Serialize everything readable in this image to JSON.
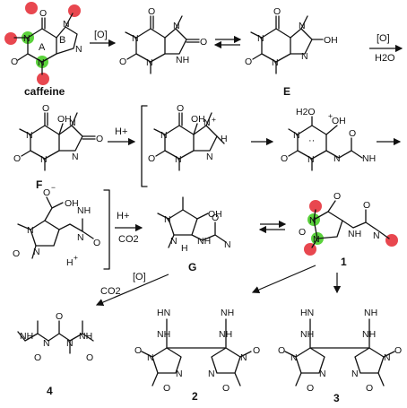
{
  "diagram": {
    "labels": {
      "caffeine": "caffeine",
      "E": "E",
      "F": "F",
      "G": "G",
      "p1": "1",
      "p2": "2",
      "p3": "3",
      "p4": "4"
    },
    "ring_labels": {
      "A": "A",
      "B": "B"
    },
    "atoms": {
      "N": "N",
      "NH": "NH",
      "HN": "HN",
      "O": "O",
      "OH": "OH",
      "H": "H",
      "H2O": "H2O",
      "plus": "+",
      "minus": "−",
      "dots": "··"
    },
    "reagents": {
      "ox1": "[O]",
      "ox2": "[O]",
      "h2o": "H2O",
      "hplus1": "H+",
      "hplus2": "H+",
      "co2_a": "CO2",
      "co2_b": "CO2",
      "ox3": "[O]"
    },
    "colors": {
      "methyl_marker": "#e8474f",
      "nitrogen_marker": "#5bd23c"
    }
  }
}
